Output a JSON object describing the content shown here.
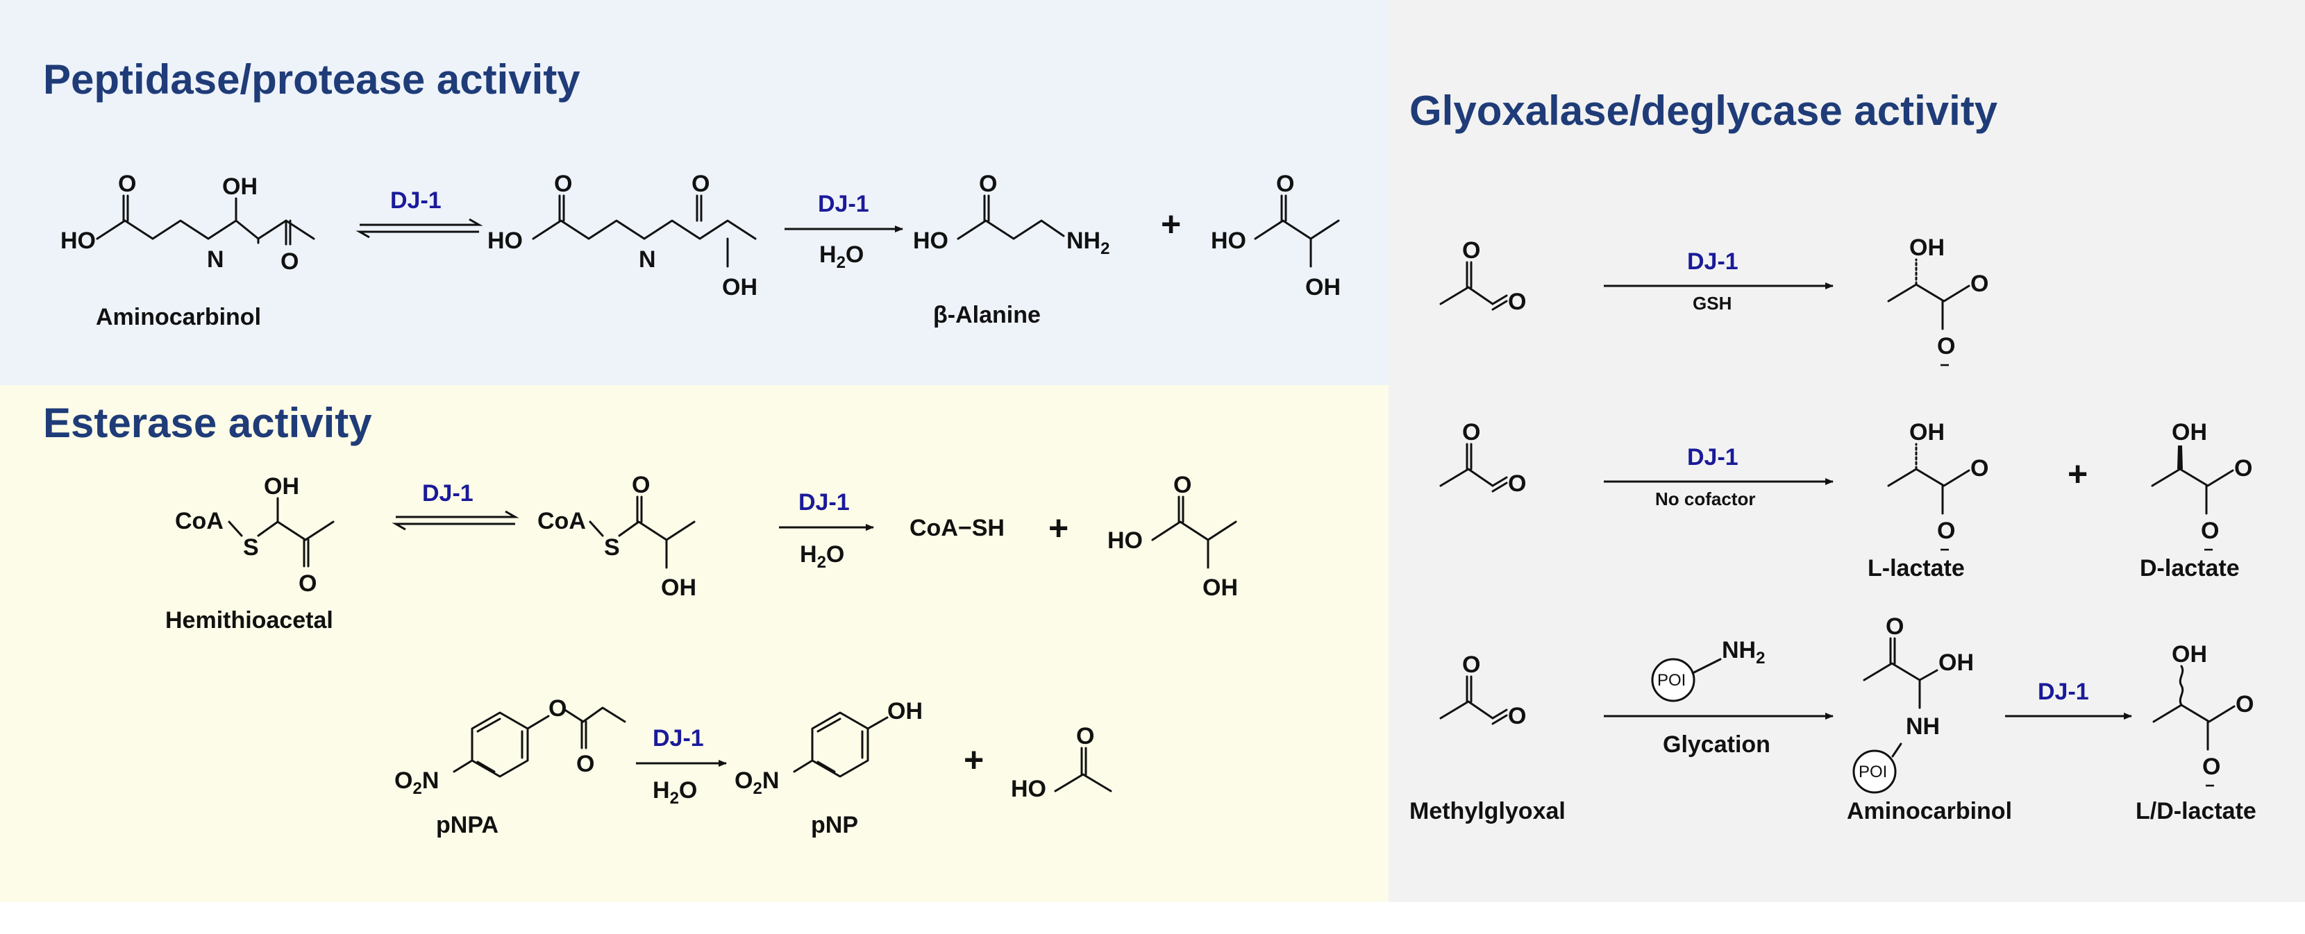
{
  "panels": {
    "peptidase": {
      "title": "Peptidase/protease activity",
      "bg": "#eef3fa",
      "enzyme": "DJ-1",
      "water": "H",
      "water_sub": "2",
      "water_tail": "O",
      "substrate_name": "Aminocarbinol",
      "product_name": "β-Alanine",
      "plus": "+"
    },
    "esterase": {
      "title": "Esterase activity",
      "bg": "#fcfce8",
      "enzyme": "DJ-1",
      "water": "H",
      "water_sub": "2",
      "water_tail": "O",
      "substrate_name": "Hemithioacetal",
      "coa": "CoA",
      "coash": "CoA−SH",
      "plus": "+",
      "pnpa_name": "pNPA",
      "pnp_name": "pNP"
    },
    "glyoxalase": {
      "title": "Glyoxalase/deglycase activity",
      "bg": "#f2f2f2",
      "enzyme": "DJ-1",
      "row1_cofactor": "GSH",
      "row2_cofactor": "No cofactor",
      "l_lactate": "L-lactate",
      "d_lactate": "D-lactate",
      "plus": "+",
      "poi": "POI",
      "glycation": "Glycation",
      "methylglyoxal": "Methylglyoxal",
      "aminocarbinol": "Aminocarbinol",
      "ld_lactate": "L/D-lactate"
    }
  },
  "atoms": {
    "O": "O",
    "OH": "OH",
    "HO": "HO",
    "H": "H",
    "N": "N",
    "NH": "NH",
    "NH2": "NH",
    "two": "2",
    "S": "S",
    "minus": "−"
  }
}
